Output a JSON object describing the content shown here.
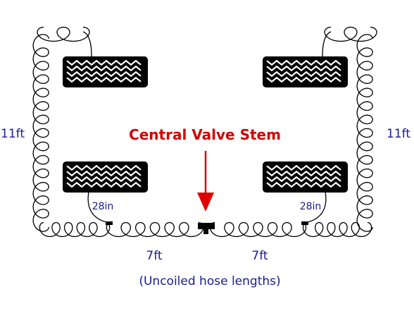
{
  "title": "Central Valve Stem",
  "labels": {
    "left_length": "11ft",
    "right_length": "11ft",
    "left_bottom_length": "7ft",
    "right_bottom_length": "7ft",
    "left_tire_hose": "28in",
    "right_tire_hose": "28in",
    "note": "(Uncoiled hose lengths)"
  },
  "colors": {
    "accent": "#d40000",
    "label": "#1b1b8f",
    "line": "#000000"
  },
  "icons": [
    "tire-icon",
    "coiled-hose-icon",
    "valve-stem-icon",
    "arrow-down-icon"
  ]
}
